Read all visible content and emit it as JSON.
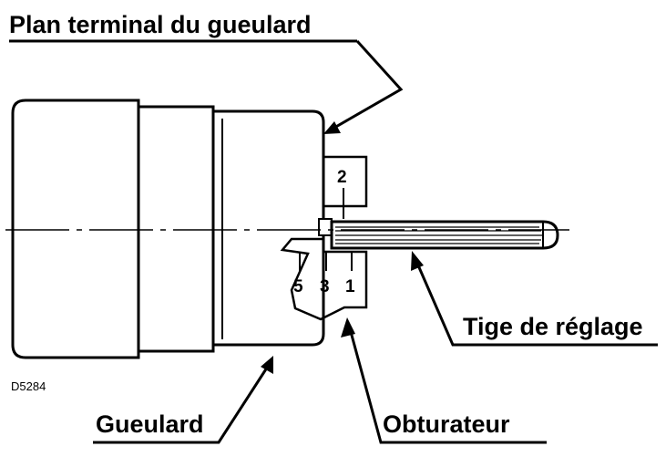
{
  "labels": {
    "plan_terminal": "Plan terminal du gueulard",
    "tige": "Tige de réglage",
    "gueulard": "Gueulard",
    "obturateur": "Obturateur",
    "reference": "D5284"
  },
  "scale_marks": {
    "upper": "2",
    "lower": [
      "5",
      "3",
      "1"
    ]
  }
}
